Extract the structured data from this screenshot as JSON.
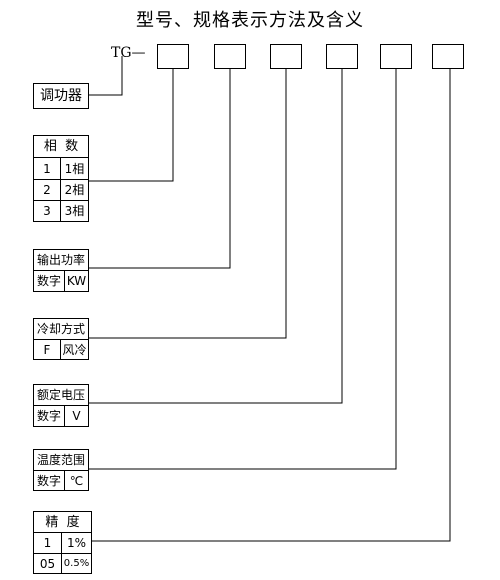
{
  "title": "型号、规格表示方法及含义",
  "model_prefix": "TG—",
  "device": {
    "label": "调功器"
  },
  "phase": {
    "header": "相  数",
    "rows": [
      {
        "code": "1",
        "meaning": "1相"
      },
      {
        "code": "2",
        "meaning": "2相"
      },
      {
        "code": "3",
        "meaning": "3相"
      }
    ]
  },
  "power": {
    "header": "输出功率",
    "code": "数字",
    "meaning": "KW"
  },
  "cooling": {
    "header": "冷却方式",
    "code": "F",
    "meaning": "风冷"
  },
  "voltage": {
    "header": "额定电压",
    "code": "数字",
    "meaning": "V"
  },
  "temperature": {
    "header": "温度范围",
    "code": "数字",
    "meaning": "℃"
  },
  "precision": {
    "header": "精  度",
    "rows": [
      {
        "code": "1",
        "meaning": "1%"
      },
      {
        "code": "05",
        "meaning": "0.5%"
      }
    ]
  }
}
